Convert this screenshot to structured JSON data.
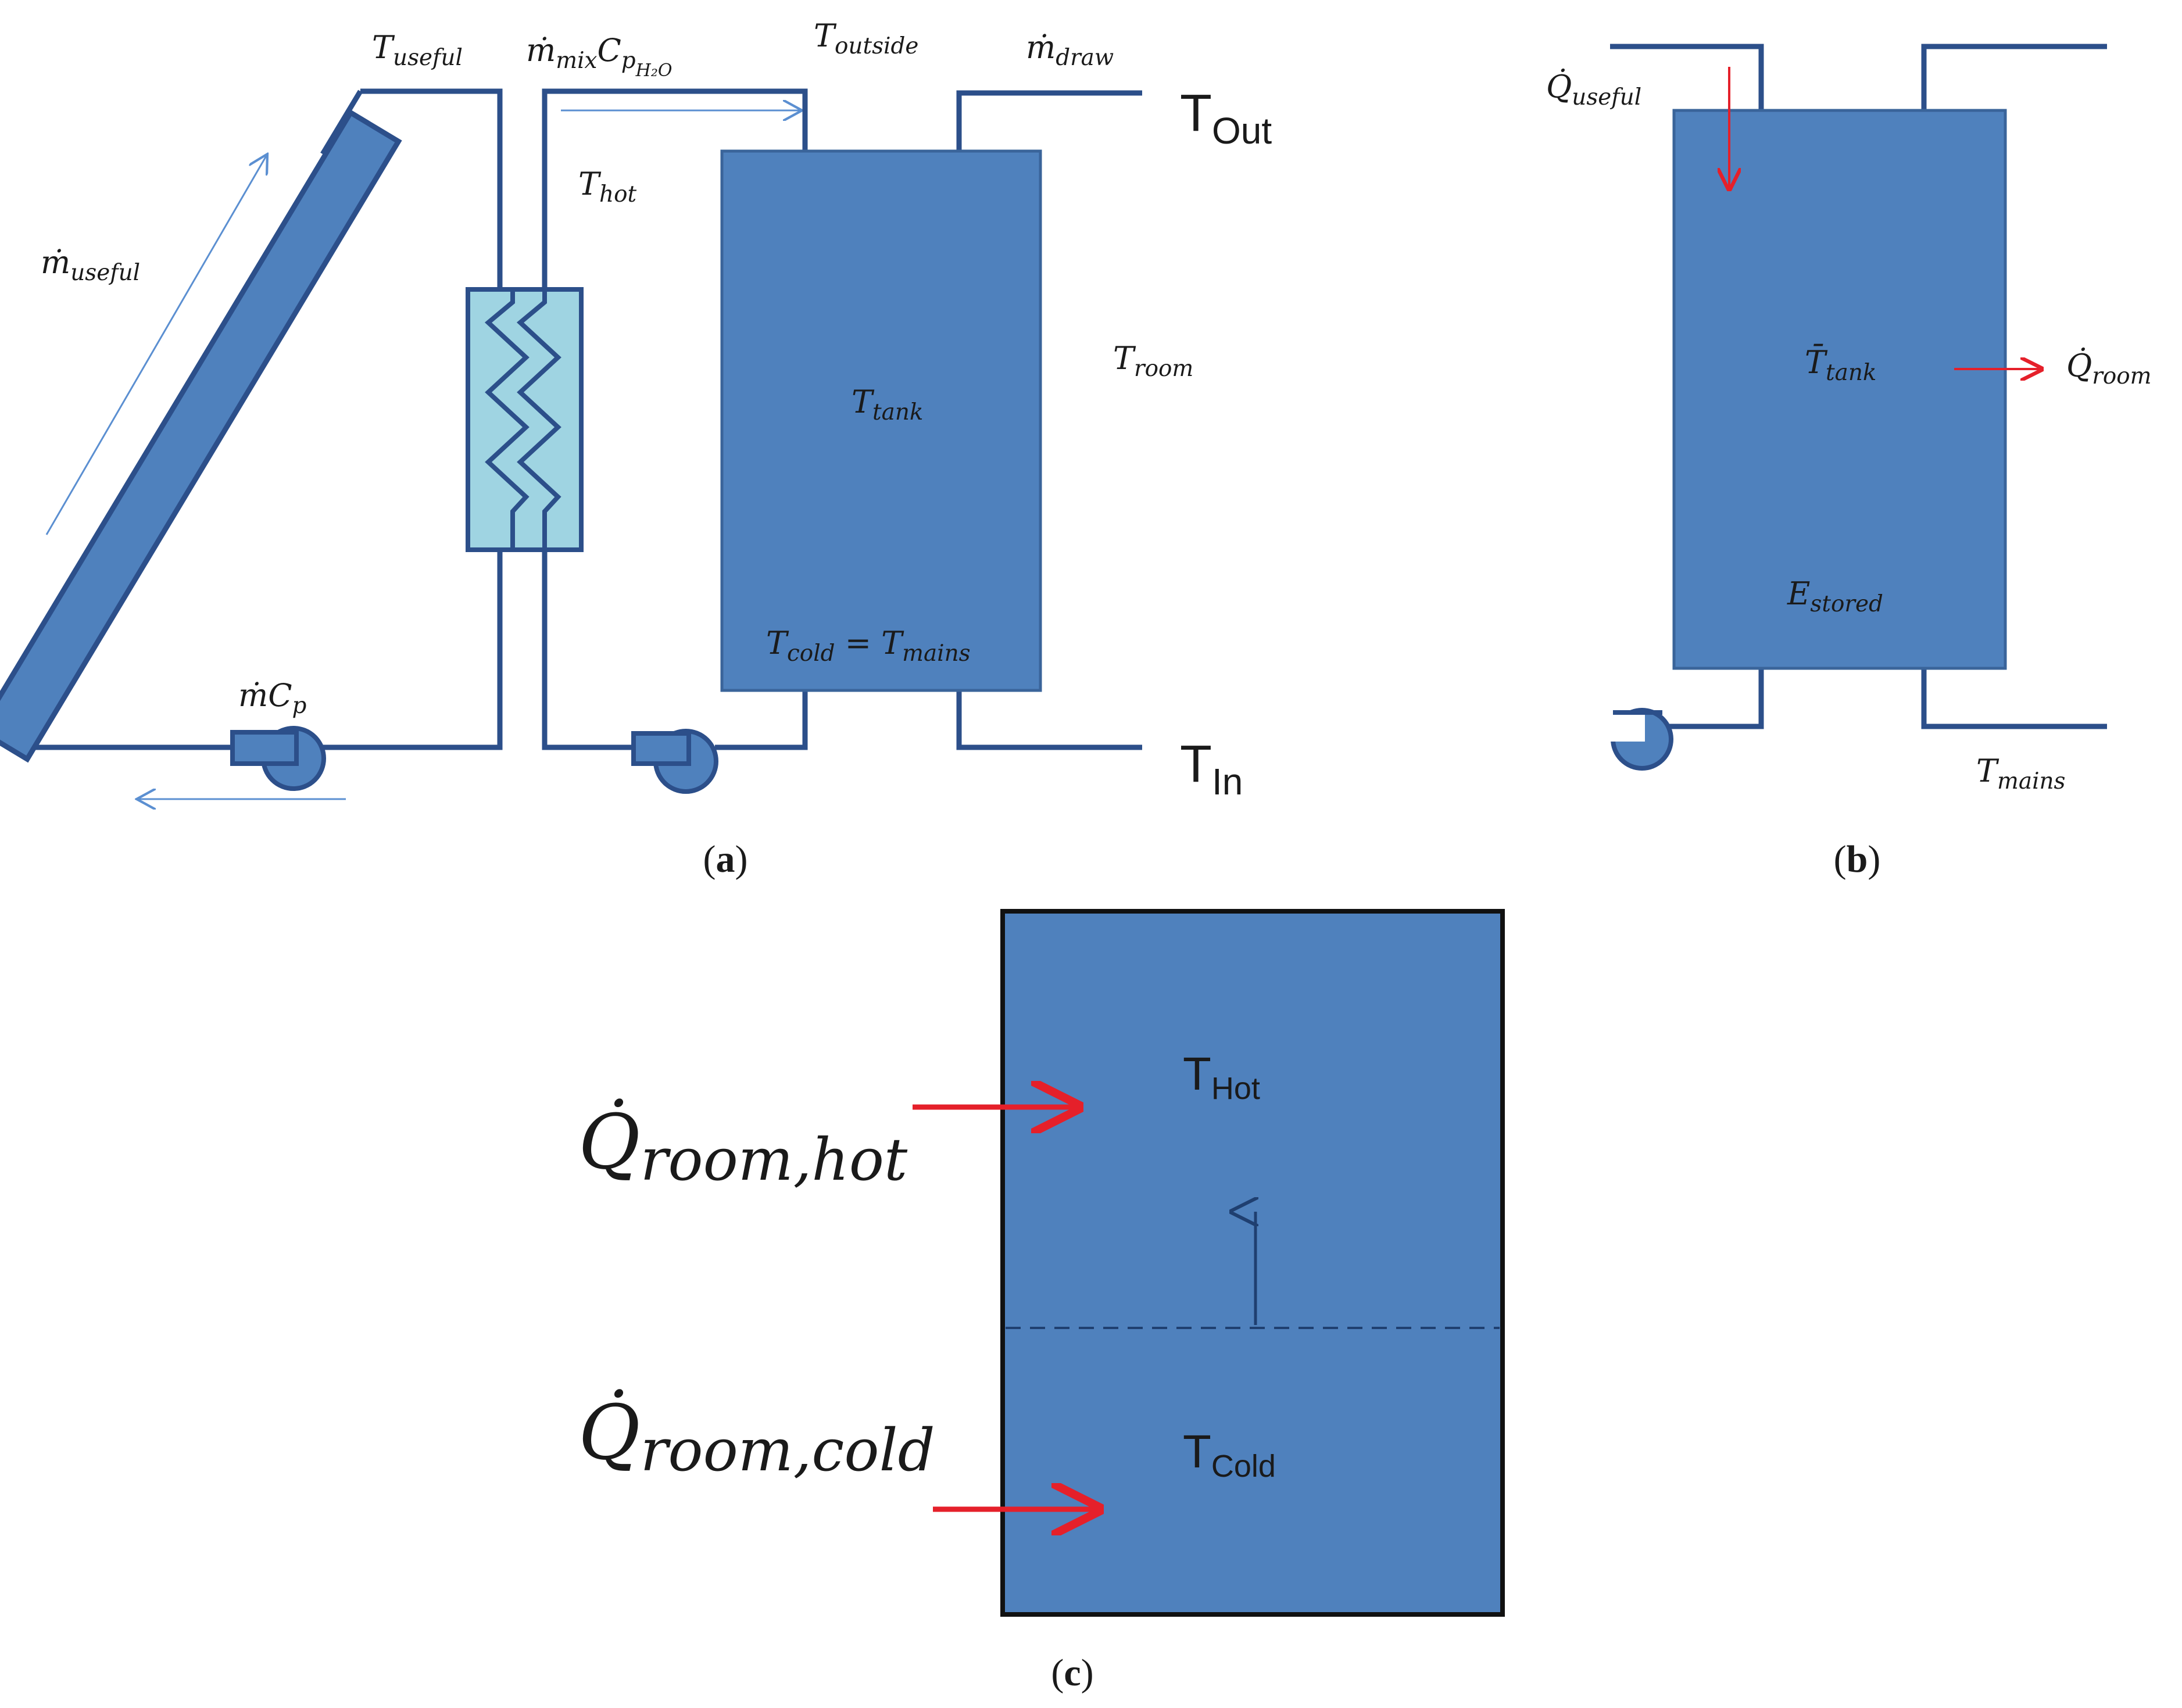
{
  "figure": {
    "panels": {
      "a": {
        "caption_open": "(",
        "caption_letter": "a",
        "caption_close": ")",
        "labels": {
          "T_useful": {
            "main": "T",
            "sub": "useful"
          },
          "m_mix": {
            "main": "ṁ",
            "sub1": "mix",
            "main2": "C",
            "sub2": "p",
            "subsub": "H₂O"
          },
          "T_outside": {
            "main": "T",
            "sub": "outside"
          },
          "m_draw": {
            "main": "ṁ",
            "sub": "draw"
          },
          "T_out": {
            "main": "T",
            "sub": "Out"
          },
          "T_hot": {
            "main": "T",
            "sub": "hot"
          },
          "m_useful": {
            "main": "ṁ",
            "sub": "useful"
          },
          "T_room": {
            "main": "T",
            "sub": "room"
          },
          "T_tank": {
            "main": "T",
            "sub": "tank"
          },
          "T_cold_mains": {
            "main": "T",
            "sub": "cold",
            "eq": " = ",
            "main2": "T",
            "sub2": "mains"
          },
          "mCp": {
            "main": "ṁC",
            "sub": "p"
          },
          "T_in": {
            "main": "T",
            "sub": "In"
          }
        }
      },
      "b": {
        "caption_open": "(",
        "caption_letter": "b",
        "caption_close": ")",
        "labels": {
          "Q_useful": {
            "main": "Q̇",
            "sub": "useful"
          },
          "T_tank_avg": {
            "main": "T̄",
            "sub": "tank"
          },
          "Q_room": {
            "main": "Q̇",
            "sub": "room"
          },
          "E_stored": {
            "main": "E",
            "sub": "stored"
          },
          "T_mains": {
            "main": "T",
            "sub": "mains"
          }
        }
      },
      "c": {
        "caption_open": "(",
        "caption_letter": "c",
        "caption_close": ")",
        "labels": {
          "Q_room_hot": {
            "main": "Q̇",
            "sub": "room,hot"
          },
          "Q_room_cold": {
            "main": "Q̇",
            "sub": "room,cold"
          },
          "T_Hot": {
            "main": "T",
            "sub": "Hot"
          },
          "T_Cold": {
            "main": "T",
            "sub": "Cold"
          }
        }
      }
    },
    "colors": {
      "pipe": "#2c4f8a",
      "tank_fill": "#4f81bd",
      "tank_border": "#3a649a",
      "hx_fill": "#9fd4e2",
      "arrow_red": "#e5202a",
      "flow_arrow": "#5b8fd1"
    }
  }
}
